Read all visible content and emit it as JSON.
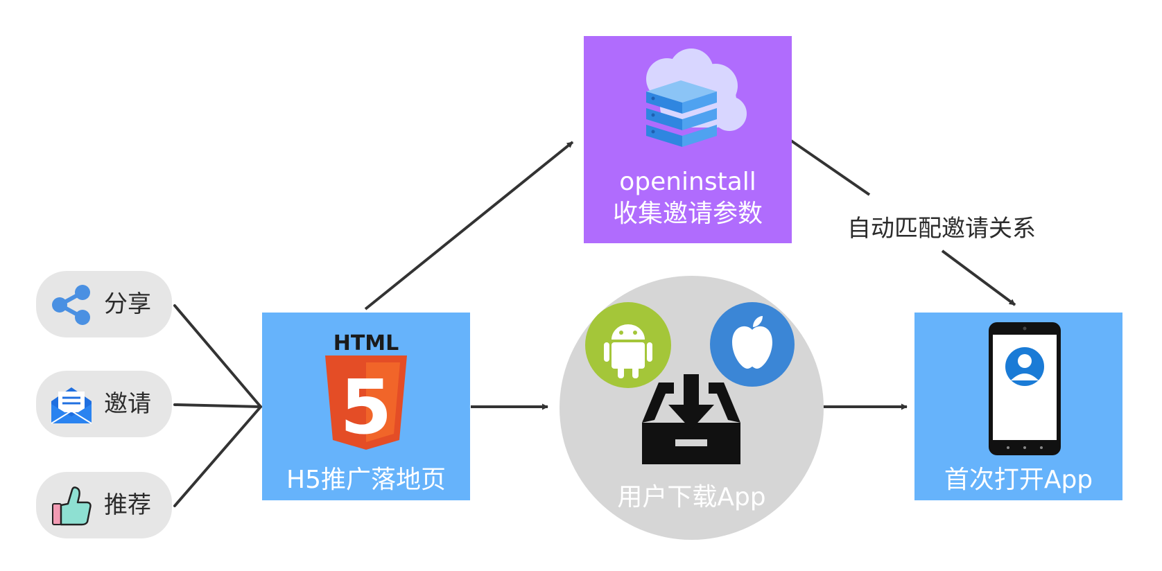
{
  "sources": [
    {
      "label": "分享",
      "icon": "share-icon"
    },
    {
      "label": "邀请",
      "icon": "invitation-envelope-icon"
    },
    {
      "label": "推荐",
      "icon": "thumbs-up-icon"
    }
  ],
  "landing_page": {
    "icon_text": "HTML",
    "icon_digit": "5",
    "label": "H5推广落地页",
    "icon": "html5-logo-icon"
  },
  "openinstall": {
    "line1": "openinstall",
    "line2": "收集邀请参数",
    "icon": "cloud-server-icon"
  },
  "download": {
    "label": "用户下载App",
    "icons": [
      "android-icon",
      "apple-icon",
      "download-tray-icon"
    ]
  },
  "open_app": {
    "label": "首次打开App",
    "icon": "smartphone-user-icon"
  },
  "match_label": "自动匹配邀请关系",
  "colors": {
    "blue_box": "#66b3fb",
    "purple_box": "#b06cfd",
    "circle": "#d6d6d6",
    "pill": "#e6e6e6",
    "arrow": "#333333"
  }
}
